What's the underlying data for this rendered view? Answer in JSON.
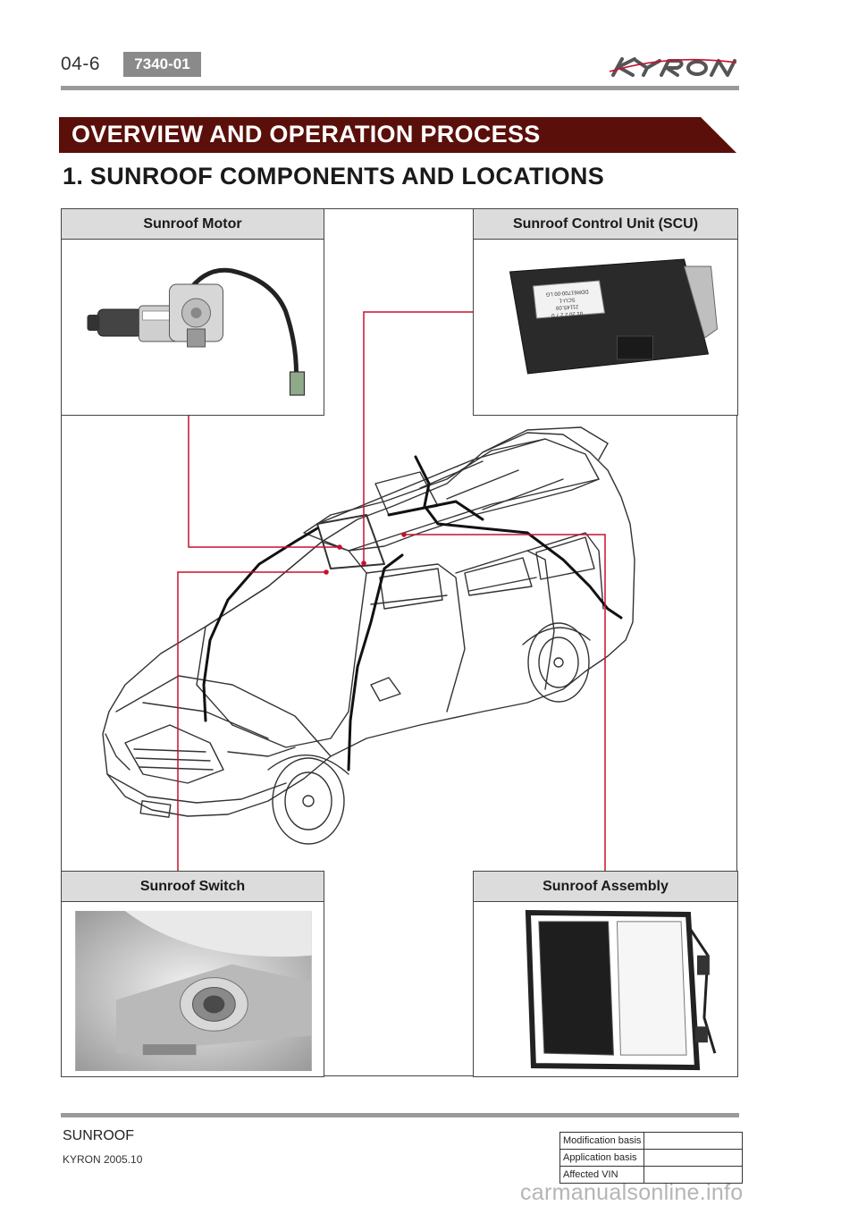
{
  "header": {
    "page_number": "04-6",
    "code": "7340-01",
    "brand": "KYRON"
  },
  "section_title": "OVERVIEW AND OPERATION PROCESS",
  "subsection_title": "1. SUNROOF COMPONENTS AND LOCATIONS",
  "figure": {
    "panels": [
      {
        "label": "Sunroof Motor"
      },
      {
        "label": "Sunroof Control Unit (SCU)"
      },
      {
        "label": "Sunroof Switch"
      },
      {
        "label": "Sunroof Assembly"
      }
    ],
    "scu_label_text": [
      "DDR61700-00 LG",
      "SCU-1",
      "2114S.09",
      "01 20 2 2 7 0"
    ],
    "leader_color": "#c8102e"
  },
  "footer": {
    "section": "SUNROOF",
    "model": "KYRON 2005.10",
    "table": [
      {
        "label": "Modification basis",
        "value": ""
      },
      {
        "label": "Application basis",
        "value": ""
      },
      {
        "label": "Affected VIN",
        "value": ""
      }
    ]
  },
  "watermark": "carmanualsonline.info",
  "colors": {
    "banner": "#5a0f0a",
    "badge": "#8a8a8a",
    "panel_header": "#dcdcdc"
  }
}
